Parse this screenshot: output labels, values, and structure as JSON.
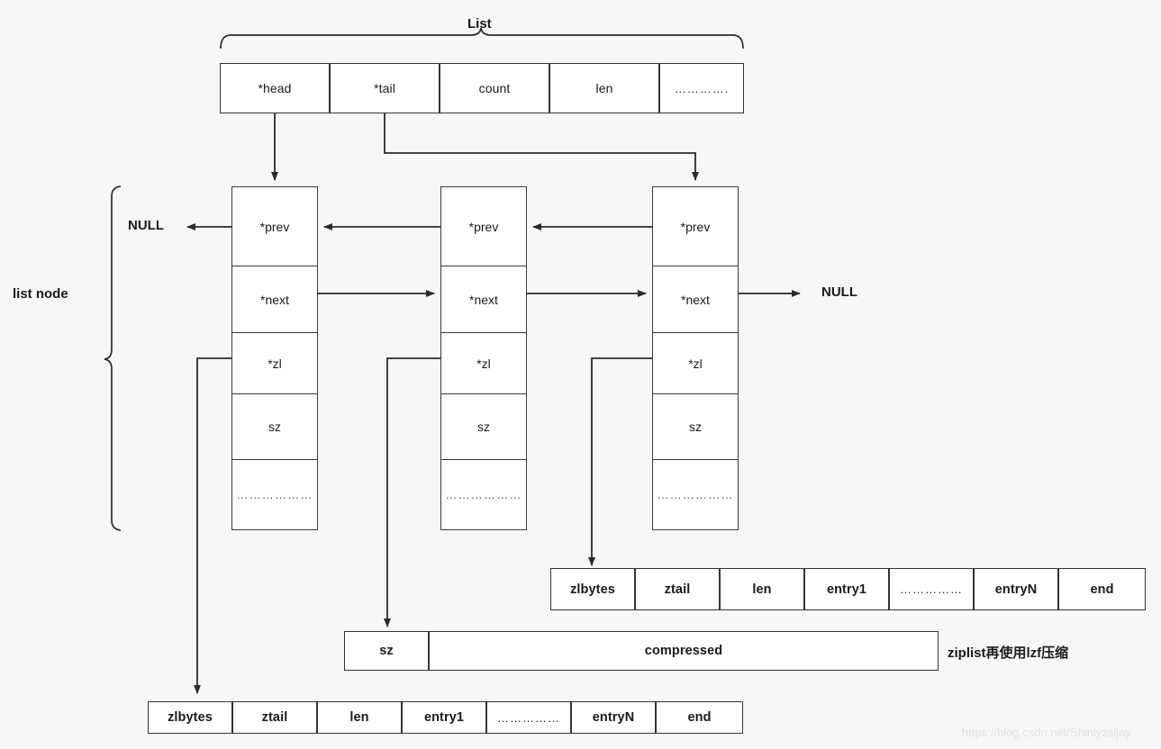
{
  "diagram": {
    "title_label": "List",
    "node_group_label": "list node",
    "null_left_label": "NULL",
    "null_right_label": "NULL",
    "compressed_note": "ziplist再使用lzf压缩",
    "watermark": "https://blog.csdn.net/Shinlyzsljay",
    "colors": {
      "background": "#f7f7f7",
      "box_fill": "#ffffff",
      "stroke": "#333333",
      "text": "#1a1a1a",
      "watermark": "#e2e2e2"
    }
  },
  "list_struct": {
    "name": "List",
    "fields": [
      {
        "label": "*head"
      },
      {
        "label": "*tail"
      },
      {
        "label": "count"
      },
      {
        "label": "len"
      },
      {
        "label": "…………."
      }
    ]
  },
  "nodes": [
    {
      "id": "node-1",
      "fields": [
        {
          "label": "*prev"
        },
        {
          "label": "*next"
        },
        {
          "label": "*zl"
        },
        {
          "label": "sz"
        },
        {
          "label": "………………"
        }
      ]
    },
    {
      "id": "node-2",
      "fields": [
        {
          "label": "*prev"
        },
        {
          "label": "*next"
        },
        {
          "label": "*zl"
        },
        {
          "label": "sz"
        },
        {
          "label": "………………"
        }
      ]
    },
    {
      "id": "node-3",
      "fields": [
        {
          "label": "*prev"
        },
        {
          "label": "*next"
        },
        {
          "label": "*zl"
        },
        {
          "label": "sz"
        },
        {
          "label": "………………"
        }
      ]
    }
  ],
  "ziplist_top": {
    "name": "ziplist",
    "fields": [
      {
        "label": "zlbytes"
      },
      {
        "label": "ztail"
      },
      {
        "label": "len"
      },
      {
        "label": "entry1"
      },
      {
        "label": "……………"
      },
      {
        "label": "entryN"
      },
      {
        "label": "end"
      }
    ]
  },
  "ziplist_bottom": {
    "name": "ziplist",
    "fields": [
      {
        "label": "zlbytes"
      },
      {
        "label": "ztail"
      },
      {
        "label": "len"
      },
      {
        "label": "entry1"
      },
      {
        "label": "……………"
      },
      {
        "label": "entryN"
      },
      {
        "label": "end"
      }
    ]
  },
  "compressed_struct": {
    "fields": [
      {
        "label": "sz"
      },
      {
        "label": "compressed"
      }
    ],
    "note": "ziplist再使用lzf压缩"
  }
}
